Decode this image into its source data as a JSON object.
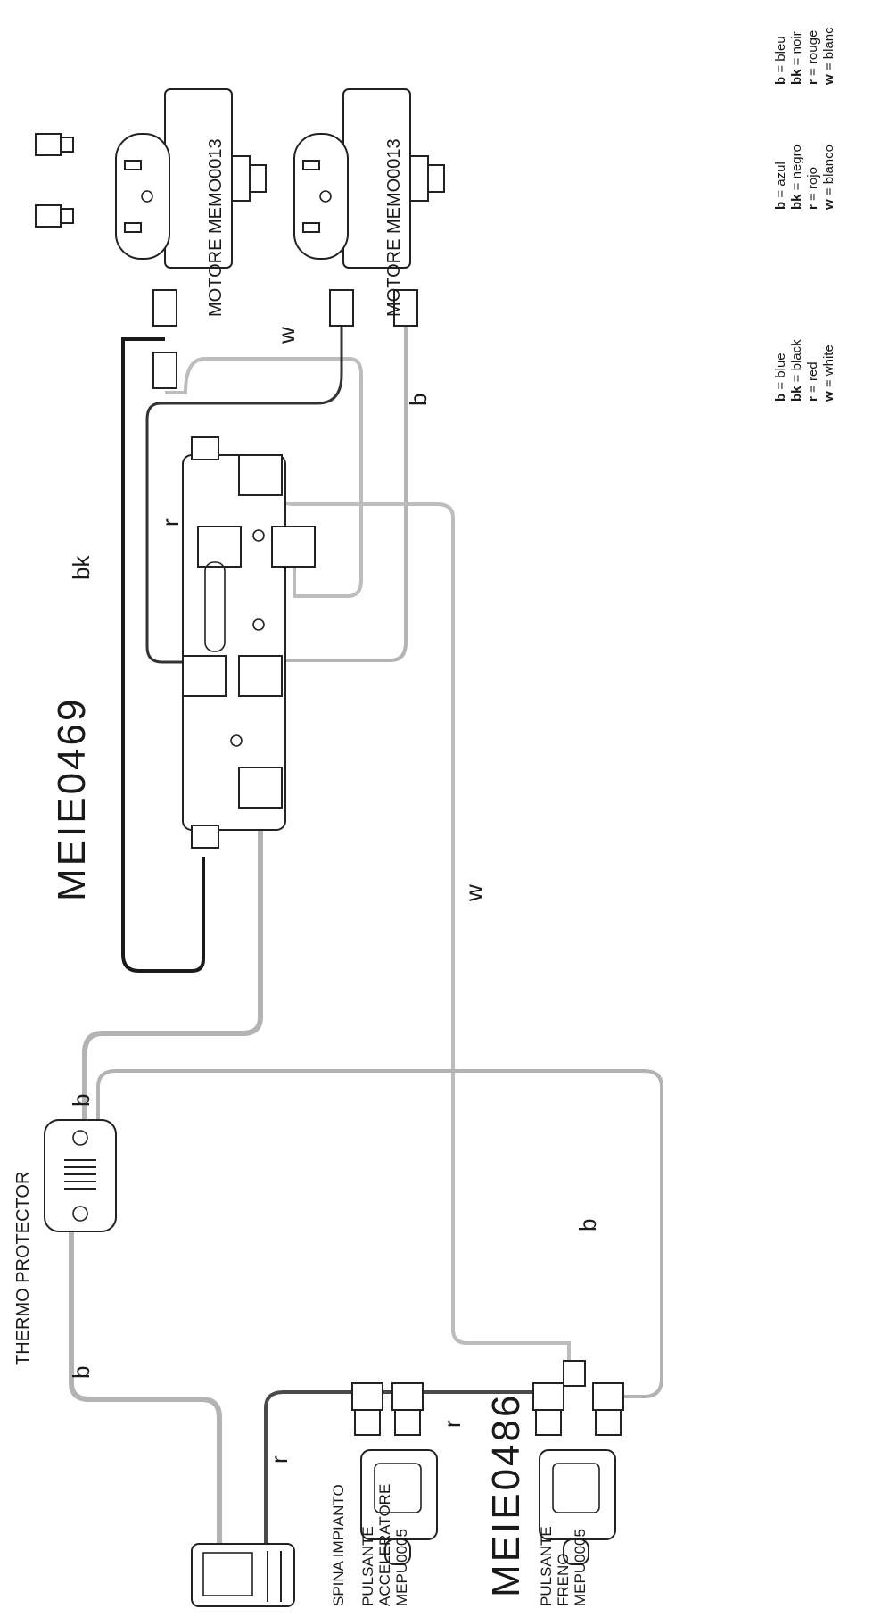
{
  "labels": {
    "motor_top": "MOTORE MEMO0013",
    "motor_bottom": "MOTORE MEMO0013",
    "controller": "MEIE0469",
    "switch_harness": "MEIE0486",
    "thermo": "THERMO PROTECTOR",
    "plug": "SPINA IMPIANTO",
    "accel_line1": "PULSANTE",
    "accel_line2": "ACCELERATORE",
    "accel_line3": "MEPU0005",
    "brake_line1": "PULSANTE",
    "brake_line2": "FRENO",
    "brake_line3": "MEPU0005"
  },
  "wire_labels": {
    "bk": "bk",
    "r_controller": "r",
    "w_top": "w",
    "b_top": "b",
    "w_long": "w",
    "b_thermo_right": "b",
    "b_thermo_left": "b",
    "b_loop": "b",
    "r_plug": "r",
    "r_switch": "r"
  },
  "legend": {
    "english": [
      {
        "key": "b",
        "value": " = blue"
      },
      {
        "key": "bk",
        "value": " = black"
      },
      {
        "key": "r",
        "value": " = red"
      },
      {
        "key": "w",
        "value": " = white"
      }
    ],
    "spanish": [
      {
        "key": "b",
        "value": " = azul"
      },
      {
        "key": "bk",
        "value": " = negro"
      },
      {
        "key": "r",
        "value": " = rojo"
      },
      {
        "key": "w",
        "value": " = blanco"
      }
    ],
    "french": [
      {
        "key": "b",
        "value": " = bleu"
      },
      {
        "key": "bk",
        "value": " = noir"
      },
      {
        "key": "r",
        "value": " = rouge"
      },
      {
        "key": "w",
        "value": " = blanc"
      }
    ]
  },
  "colors": {
    "black_wire": "#1a1a1a",
    "red_wire": "#4a4a4a",
    "white_wire": "#bdbdbd",
    "blue_wire": "#b3b3b3",
    "outline": "#222222"
  }
}
